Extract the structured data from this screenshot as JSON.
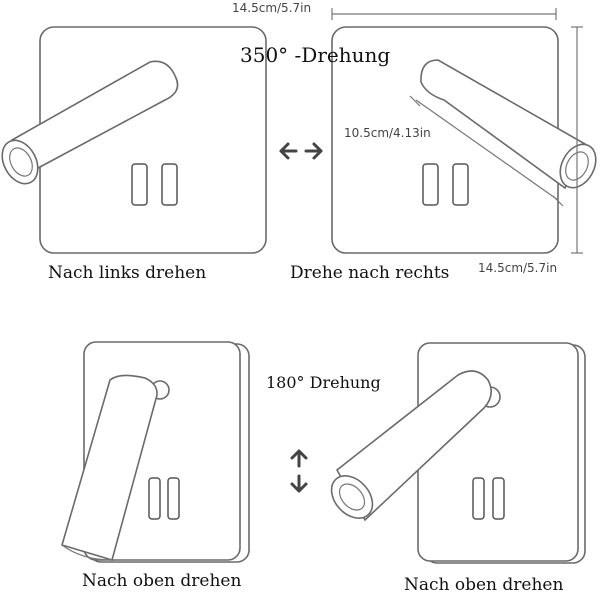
{
  "top": {
    "rotation_label": "350° -Drehung",
    "left_caption": "Nach links drehen",
    "right_caption": "Drehe nach rechts",
    "dim_width_top": "14.5cm/5.7in",
    "dim_height_side": "14.5cm/5.7in",
    "dim_tube_length": "10.5cm/4.13in"
  },
  "bottom": {
    "rotation_label": "180° Drehung",
    "left_caption": "Nach oben drehen",
    "right_caption": "Nach oben drehen"
  },
  "icons": {
    "horizontal_arrow": "double-arrow-horizontal-icon",
    "vertical_arrow": "double-arrow-vertical-icon"
  },
  "colors": {
    "line": "#6a6a6a",
    "text": "#111111"
  }
}
